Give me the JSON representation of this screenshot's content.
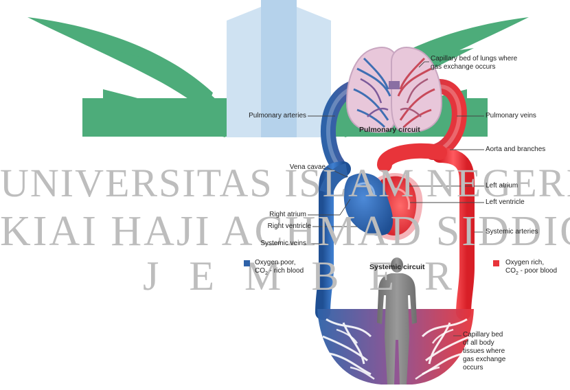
{
  "watermark": {
    "line1": "UNIVERSITAS ISLAM NEGERI",
    "line2": "KIAI HAJI ACHMAD SIDDIQ",
    "line3": "JEMBER"
  },
  "labels": {
    "capillary_lungs_1": "Capillary bed of lungs where",
    "capillary_lungs_2": "gas exchange occurs",
    "pulmonary_arteries": "Pulmonary arteries",
    "pulmonary_veins": "Pulmonary veins",
    "pulmonary_circuit": "Pulmonary circuit",
    "aorta": "Aorta and branches",
    "vena_cavae": "Vena cavae",
    "left_atrium": "Left atrium",
    "left_ventricle": "Left ventricle",
    "right_atrium": "Right atrium",
    "right_ventricle": "Right ventricle",
    "systemic_arteries": "Systemic arteries",
    "systemic_veins": "Systemic veins",
    "systemic_circuit": "Systemic circuit",
    "capillary_body_1": "Capillary bed",
    "capillary_body_2": "of all body",
    "capillary_body_3": "tissues where",
    "capillary_body_4": "gas exchange",
    "capillary_body_5": "occurs"
  },
  "legend": {
    "poor_line1": "Oxygen poor,",
    "poor_line2_a": "CO",
    "poor_line2_sub": "2",
    "poor_line2_b": " - rich blood",
    "rich_line1": "Oxygen rich,",
    "rich_line2_a": "CO",
    "rich_line2_sub": "2",
    "rich_line2_b": " - poor blood"
  },
  "colors": {
    "oxygen_poor": "#2e62a8",
    "oxygen_rich": "#e8343a",
    "watermark_green": "#2e9e63",
    "watermark_blue": "#a9cbe8"
  }
}
